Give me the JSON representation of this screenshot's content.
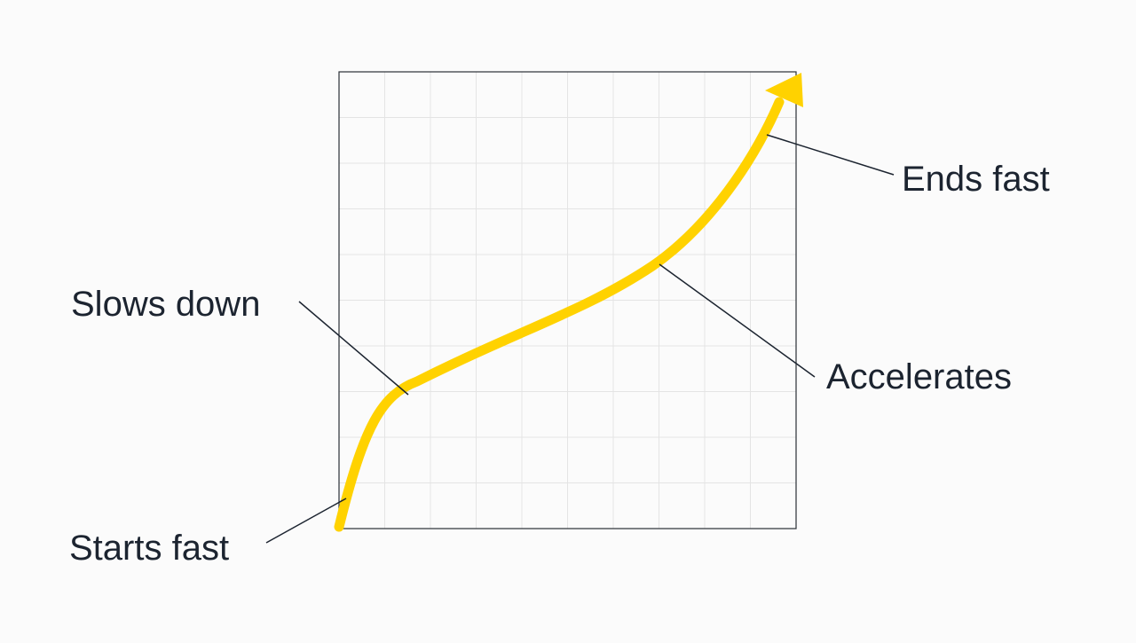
{
  "diagram": {
    "type": "easing-curve",
    "labels": {
      "starts_fast": "Starts fast",
      "slows_down": "Slows down",
      "accelerates": "Accelerates",
      "ends_fast": "Ends fast"
    },
    "grid": {
      "divisions": 10
    },
    "colors": {
      "background": "#fbfbfb",
      "frame": "#2a2f36",
      "grid": "#e4e4e4",
      "curve": "#ffd200",
      "text": "#1c2430",
      "leader": "#1c2430"
    }
  }
}
